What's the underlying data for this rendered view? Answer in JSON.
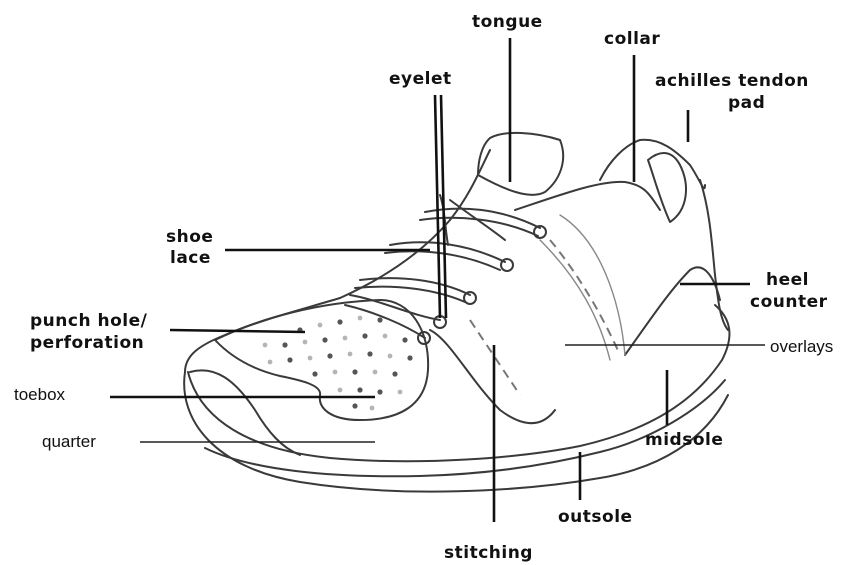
{
  "labels": {
    "tongue": "tongue",
    "collar": "collar",
    "achilles_line1": "achilles tendon",
    "achilles_line2": "pad",
    "eyelet": "eyelet",
    "shoe_lace_line1": "shoe",
    "shoe_lace_line2": "lace",
    "heel_counter_line1": "heel",
    "heel_counter_line2": "counter",
    "punch_hole_line1": "punch hole/",
    "punch_hole_line2": "perforation",
    "overlays": "overlays",
    "toebox": "toebox",
    "quarter": "quarter",
    "midsole": "midsole",
    "outsole": "outsole",
    "stitching": "stitching"
  }
}
